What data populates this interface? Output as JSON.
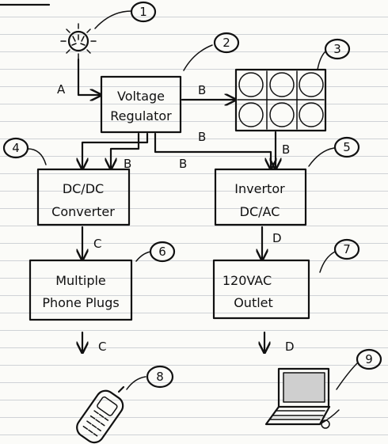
{
  "callouts": [
    "1",
    "2",
    "3",
    "4",
    "5",
    "6",
    "7",
    "8",
    "9"
  ],
  "blocks": {
    "voltage_regulator": [
      "Voltage",
      "Regulator"
    ],
    "dcdc_converter": [
      "DC/DC",
      "Converter"
    ],
    "inverter": [
      "Invertor",
      "DC/AC"
    ],
    "phone_plugs": [
      "Multiple",
      "Phone Plugs"
    ],
    "outlet": [
      "120VAC",
      "Outlet"
    ]
  },
  "wire_labels": {
    "solar_to_regulator": "A",
    "regulator_to_battery": "B",
    "regulator_branch": "B",
    "regulator_to_converter_1": "B",
    "regulator_to_converter_2": "B",
    "battery_to_inverter": "B",
    "converter_to_plugs": "C",
    "inverter_to_outlet": "D",
    "plugs_to_phone": "C",
    "outlet_to_laptop": "D"
  },
  "icons": {
    "sun": "sun-icon",
    "battery_bank": "battery-bank-icon",
    "phone": "cell-phone-icon",
    "laptop": "laptop-icon"
  }
}
